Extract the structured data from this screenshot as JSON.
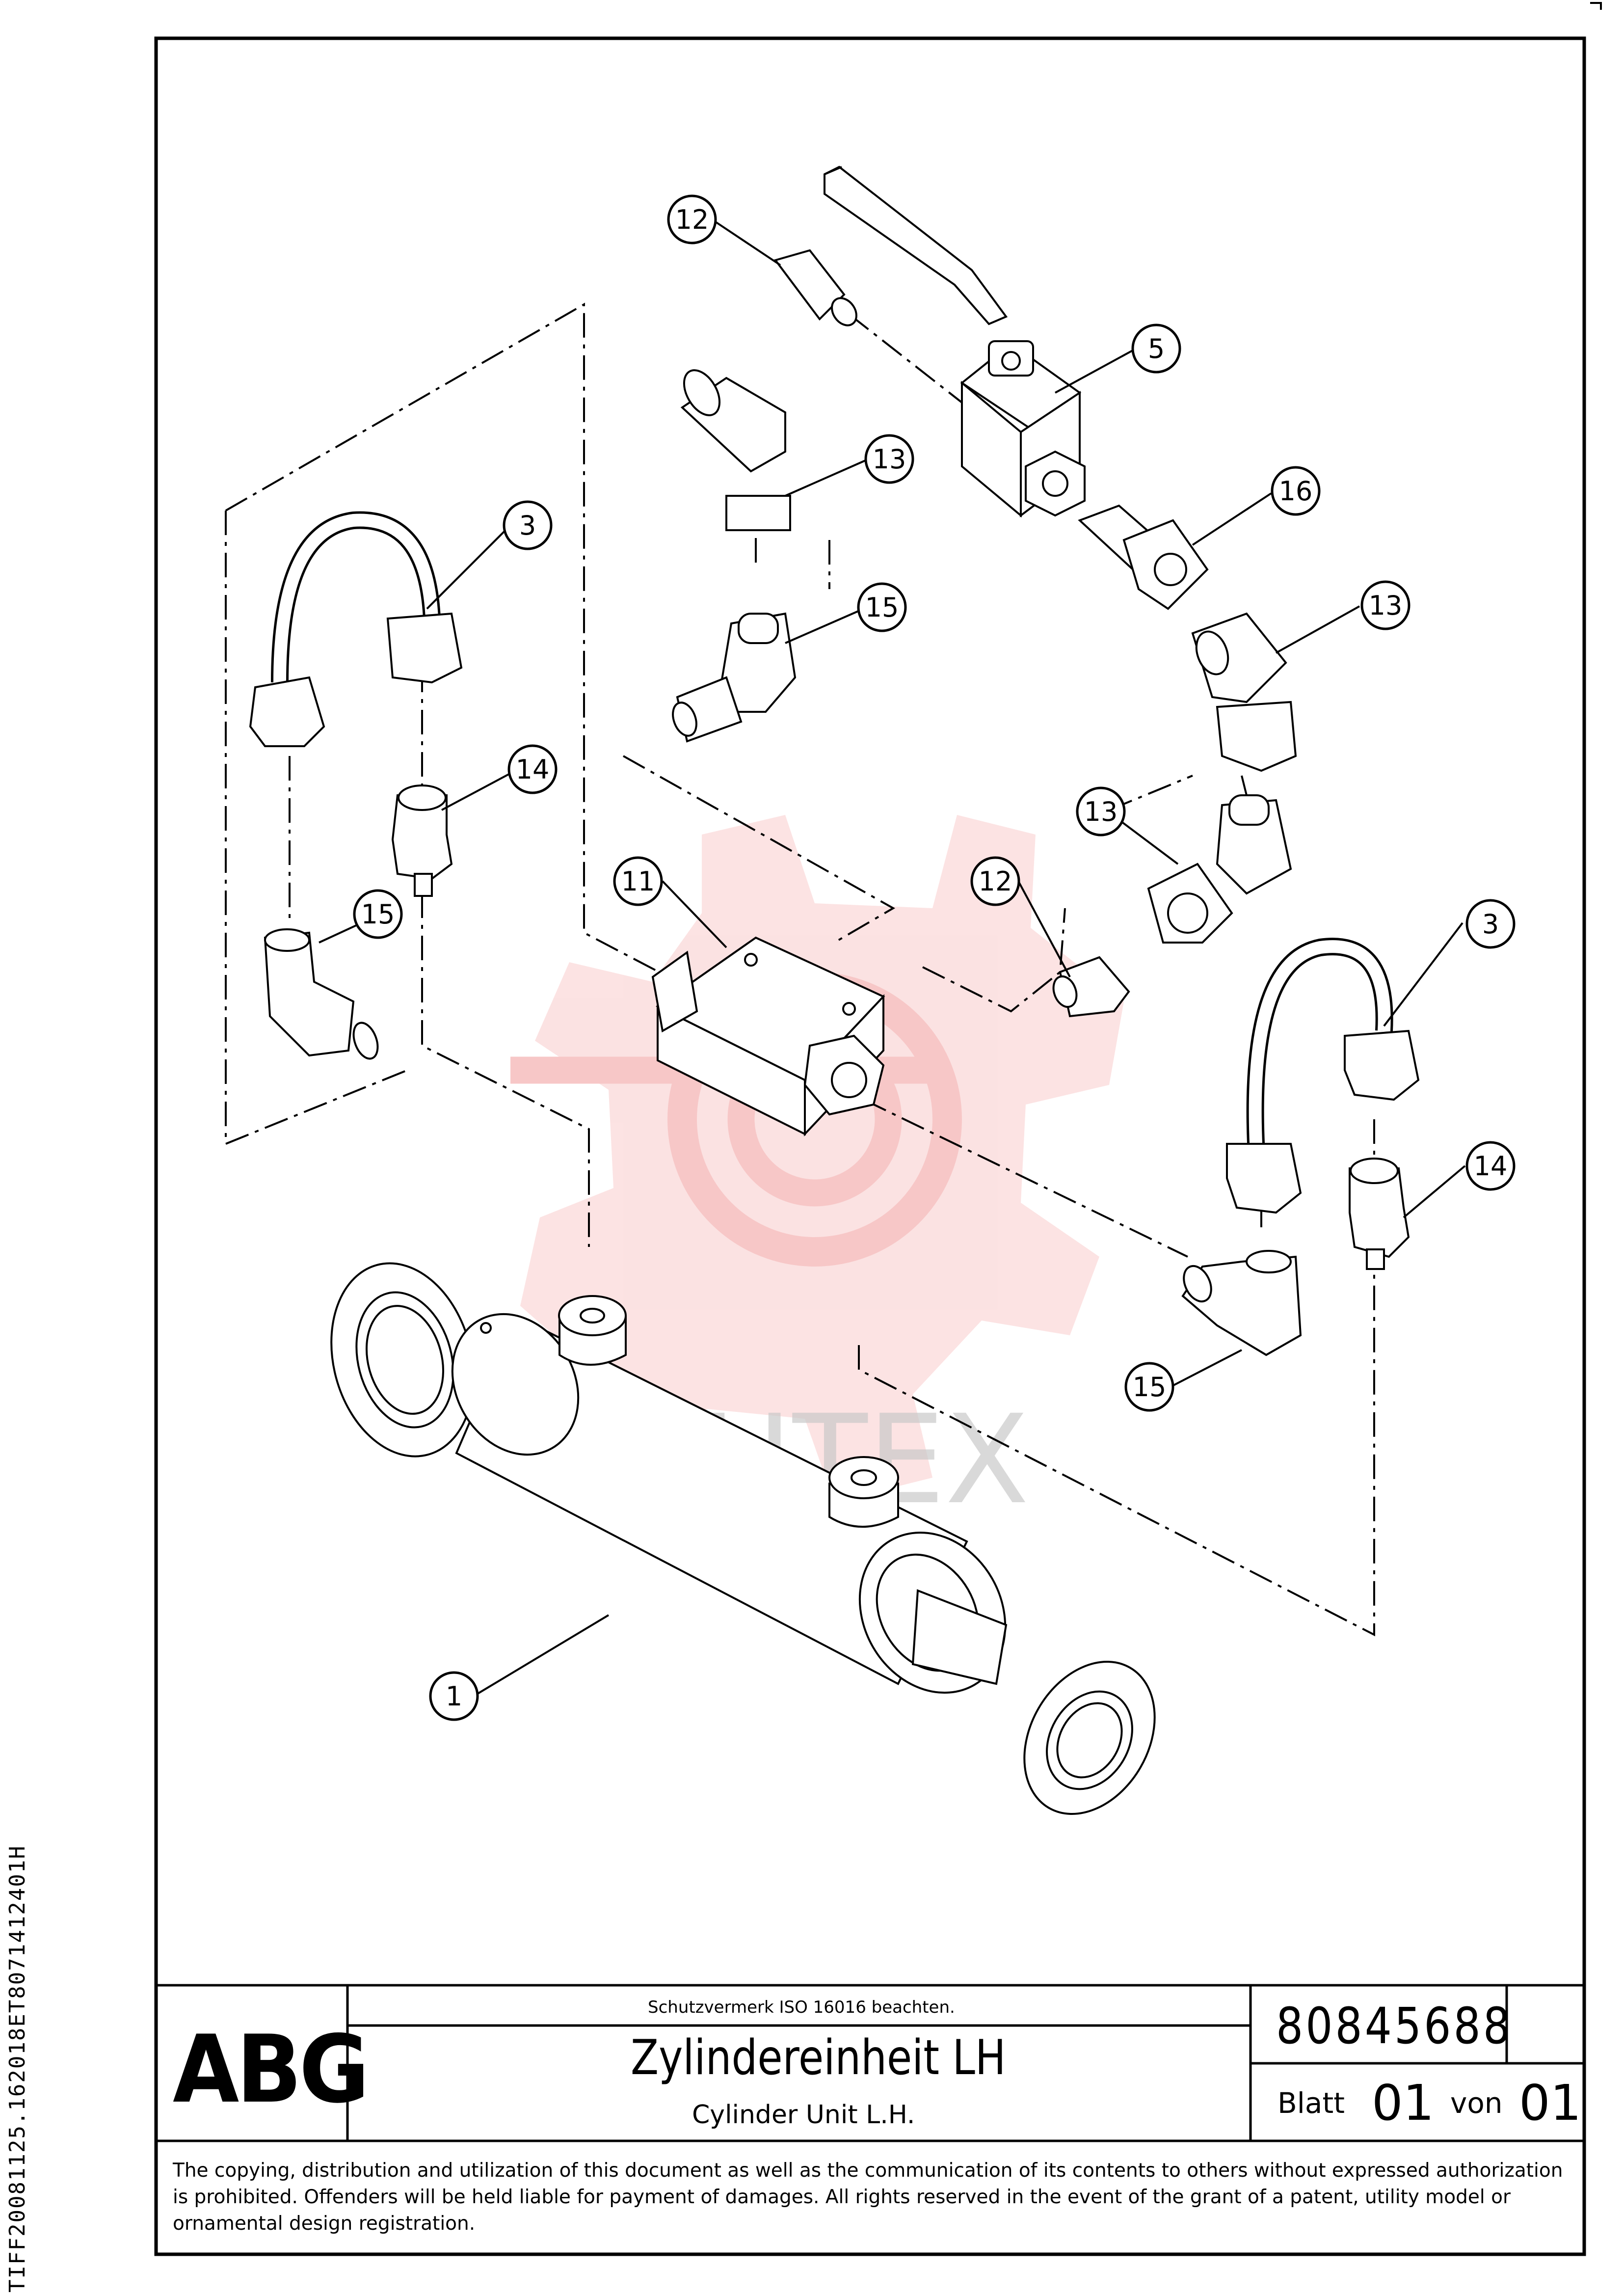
{
  "side_code": "TIFF20081125.162018ET8071412401H",
  "watermark": {
    "text": "ИНТЕХ",
    "color": "#f08a8a"
  },
  "callouts": {
    "c1": "1",
    "c3a": "3",
    "c3b": "3",
    "c5": "5",
    "c11": "11",
    "c12a": "12",
    "c12b": "12",
    "c13a": "13",
    "c13b": "13",
    "c13c": "13",
    "c14a": "14",
    "c14b": "14",
    "c15a": "15",
    "c15b": "15",
    "c15c": "15",
    "c16": "16"
  },
  "title_block": {
    "logo": "ABG",
    "protection_notice": "Schutzvermerk ISO 16016 beachten.",
    "title_de": "Zylindereinheit LH",
    "title_en": "Cylinder Unit L.H.",
    "document_number": "80845688",
    "sheet_label": "Blatt",
    "sheet_number": "01",
    "of_label": "von",
    "sheet_total": "01"
  },
  "copyright": "The copying, distribution and utilization of this document as well as the communication of its contents to others without expressed authorization is prohibited. Offenders will be held liable for payment of damages. All rights reserved in the event of the grant of a patent, utility model or ornamental design registration."
}
